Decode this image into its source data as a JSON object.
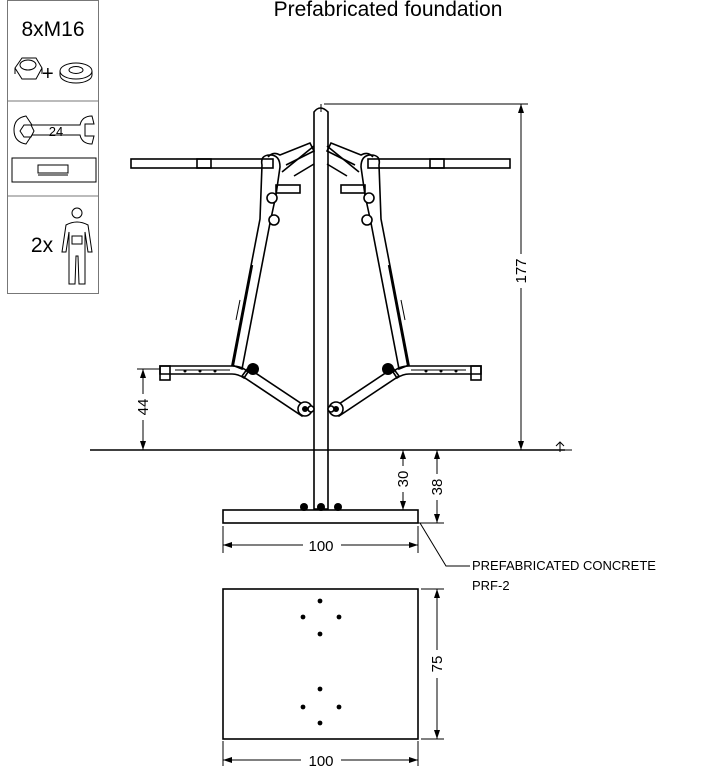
{
  "title": "Prefabricated foundation",
  "tools_panel": {
    "bolts_label": "8xM16",
    "wrench_size": "24",
    "installers_label": "2x"
  },
  "dimensions": {
    "total_height": "177",
    "foot_height": "44",
    "post_depth": "30",
    "foundation_depth": "38",
    "foundation_width_side": "100",
    "foundation_length_top": "75",
    "foundation_width_top": "100"
  },
  "foundation_label": {
    "line1": "PREFABRICATED CONCRETE",
    "line2": "PRF-2"
  }
}
